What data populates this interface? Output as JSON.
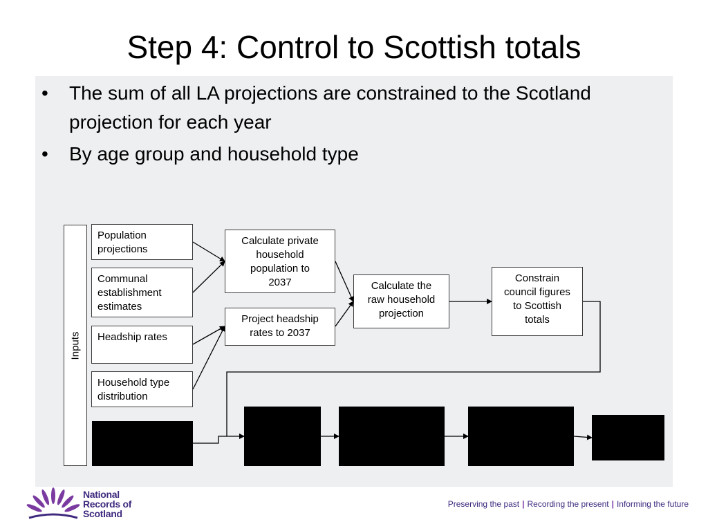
{
  "slide": {
    "title": "Step 4: Control to Scottish totals",
    "bullets": [
      "The sum of all LA projections are constrained to the Scotland projection for each year",
      "By age group and household type"
    ]
  },
  "diagram": {
    "inputs_label": "Inputs",
    "inputs": [
      {
        "line1": "Population",
        "line2": "projections"
      },
      {
        "line1": "Communal",
        "line2": "establishment",
        "line3": "estimates"
      },
      {
        "line1": "Headship rates"
      },
      {
        "line1": "Household type",
        "line2": "distribution"
      }
    ],
    "calc_private": {
      "line1": "Calculate private",
      "line2": "household",
      "line3": "population to",
      "line4": "2037"
    },
    "project_headship": {
      "line1": "Project headship",
      "line2": "rates to 2037"
    },
    "raw_projection": {
      "line1": "Calculate the",
      "line2": "raw household",
      "line3": "projection"
    },
    "constrain": {
      "line1": "Constrain",
      "line2": "council figures",
      "line3": "to Scottish",
      "line4": "totals"
    }
  },
  "footer": {
    "logo": {
      "line1": "National",
      "line2": "Records of",
      "line3": "Scotland"
    },
    "tagline": {
      "part1": "Preserving the past",
      "part2": "Recording the present",
      "part3": "Informing the future",
      "separator": "|"
    },
    "colors": {
      "brand": "#3f2a7e",
      "accent": "#7a3aa0"
    }
  }
}
